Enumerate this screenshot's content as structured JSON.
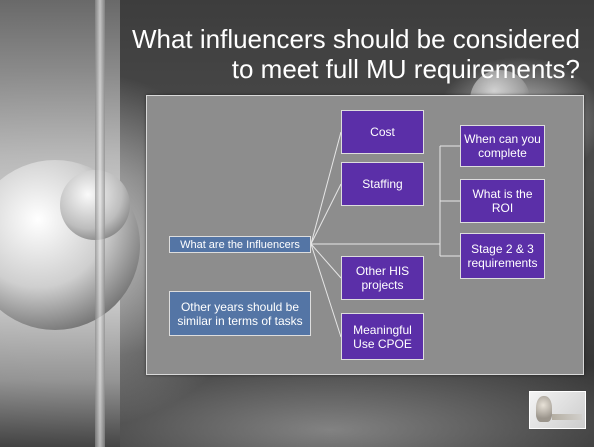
{
  "slide": {
    "title_line1": "What influencers should be considered",
    "title_line2": "to meet full MU requirements?"
  },
  "diagram": {
    "root": "What are the Influencers",
    "note": "Other years should be similar in terms of tasks",
    "left_branches": [
      "Cost",
      "Staffing",
      "Other HIS projects",
      "Meaningful Use CPOE"
    ],
    "right_branches": [
      "When can you complete",
      "What is the ROI",
      "Stage 2 & 3 requirements"
    ]
  },
  "colors": {
    "purple_box": "#5b2fa8",
    "blue_box": "#5475a5",
    "diagram_background": "#8d8d8d",
    "connector": "#e6e6e6"
  }
}
